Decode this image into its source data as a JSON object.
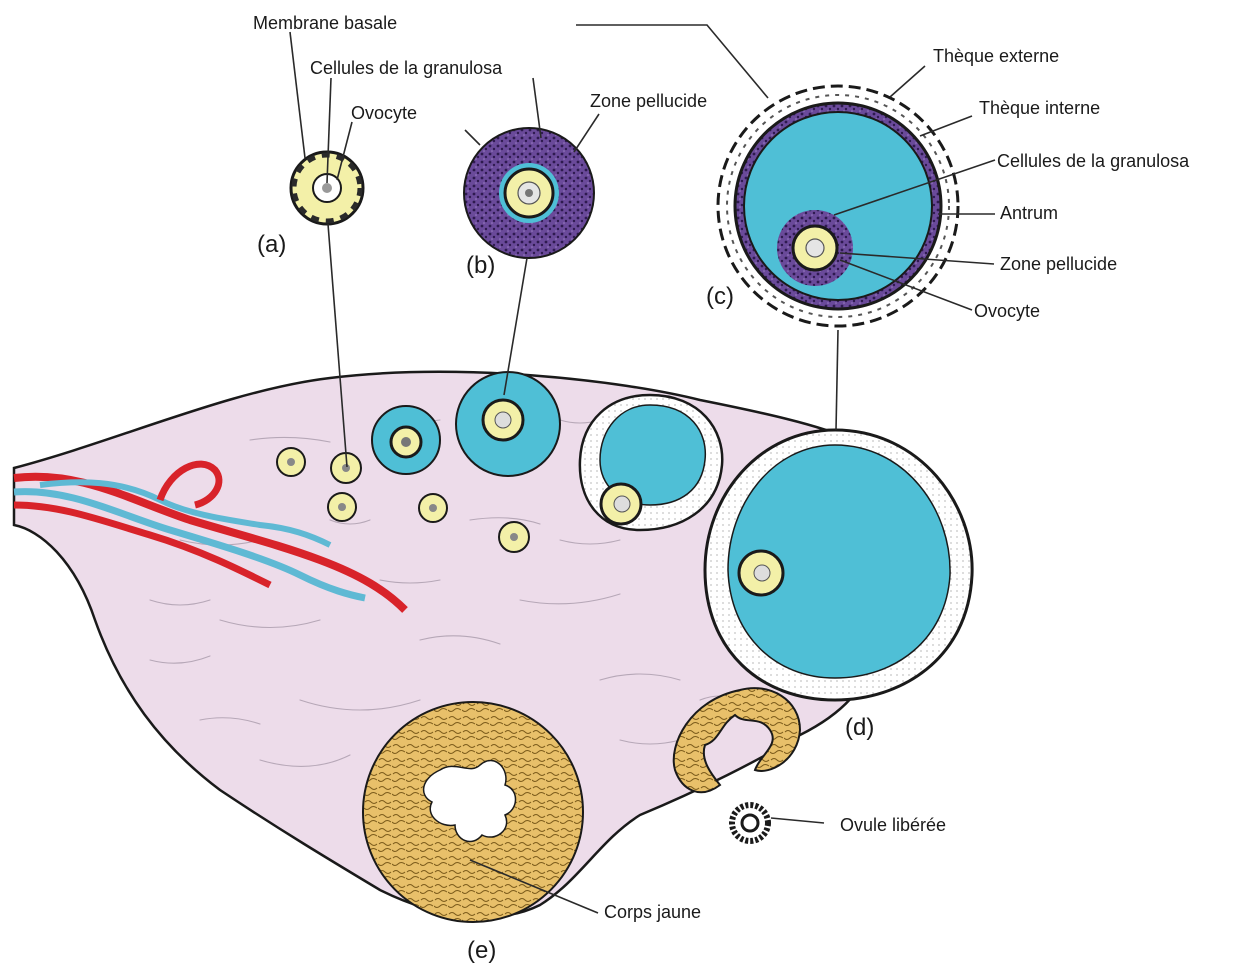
{
  "diagram": {
    "stages": {
      "a": "(a)",
      "b": "(b)",
      "c": "(c)",
      "d": "(d)",
      "e": "(e)"
    },
    "labels": {
      "membrane_basale": "Membrane basale",
      "granulosa_a": "Cellules de la granulosa",
      "ovocyte_a": "Ovocyte",
      "zone_pellucide_b": "Zone pellucide",
      "theque_externe": "Thèque externe",
      "theque_interne": "Thèque interne",
      "granulosa_c": "Cellules de la granulosa",
      "antrum": "Antrum",
      "zone_pellucide_c": "Zone pellucide",
      "ovocyte_c": "Ovocyte",
      "ovule_liberee": "Ovule libérée",
      "corps_jaune": "Corps jaune"
    },
    "colors": {
      "ovary_stroma": "#eddcea",
      "oocyte_yellow": "#f3f0a8",
      "antrum_blue": "#4fbfd6",
      "granulosa_purple": "#5b3b8c",
      "corpus_luteum": "#e8c06a",
      "artery_red": "#d8232a",
      "vein_blue": "#5fb9d4"
    }
  }
}
